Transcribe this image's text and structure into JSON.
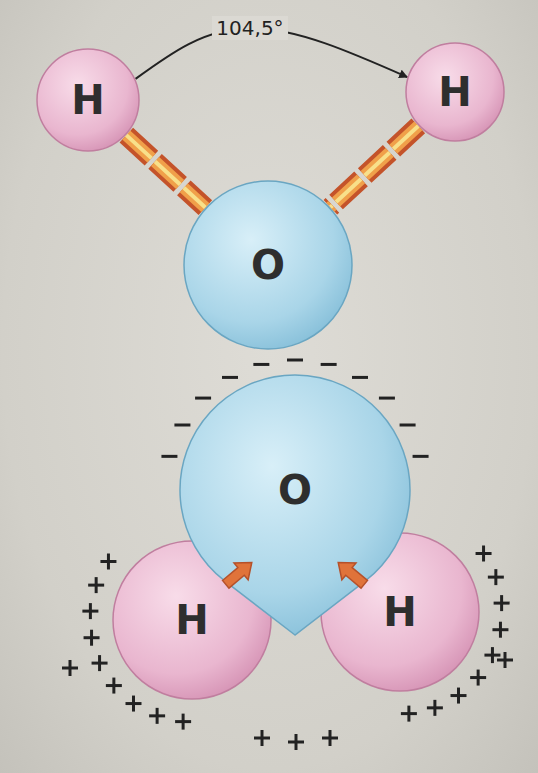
{
  "diagram": {
    "nodes": [
      {
        "text": [
          "H"
        ]
      },
      {
        "text": [
          "H"
        ]
      },
      {
        "text": [
          "O"
        ]
      },
      {
        "text": [
          "O"
        ]
      },
      {
        "text": [
          "H"
        ]
      },
      {
        "text": [
          "H"
        ]
      }
    ],
    "edges": [
      {
        "from": 0,
        "to": 1,
        "arrow": "to",
        "label": "104,5°"
      },
      {
        "from": 0,
        "to": 2,
        "arrow": "none"
      },
      {
        "from": 1,
        "to": 2,
        "arrow": "none"
      }
    ]
  }
}
